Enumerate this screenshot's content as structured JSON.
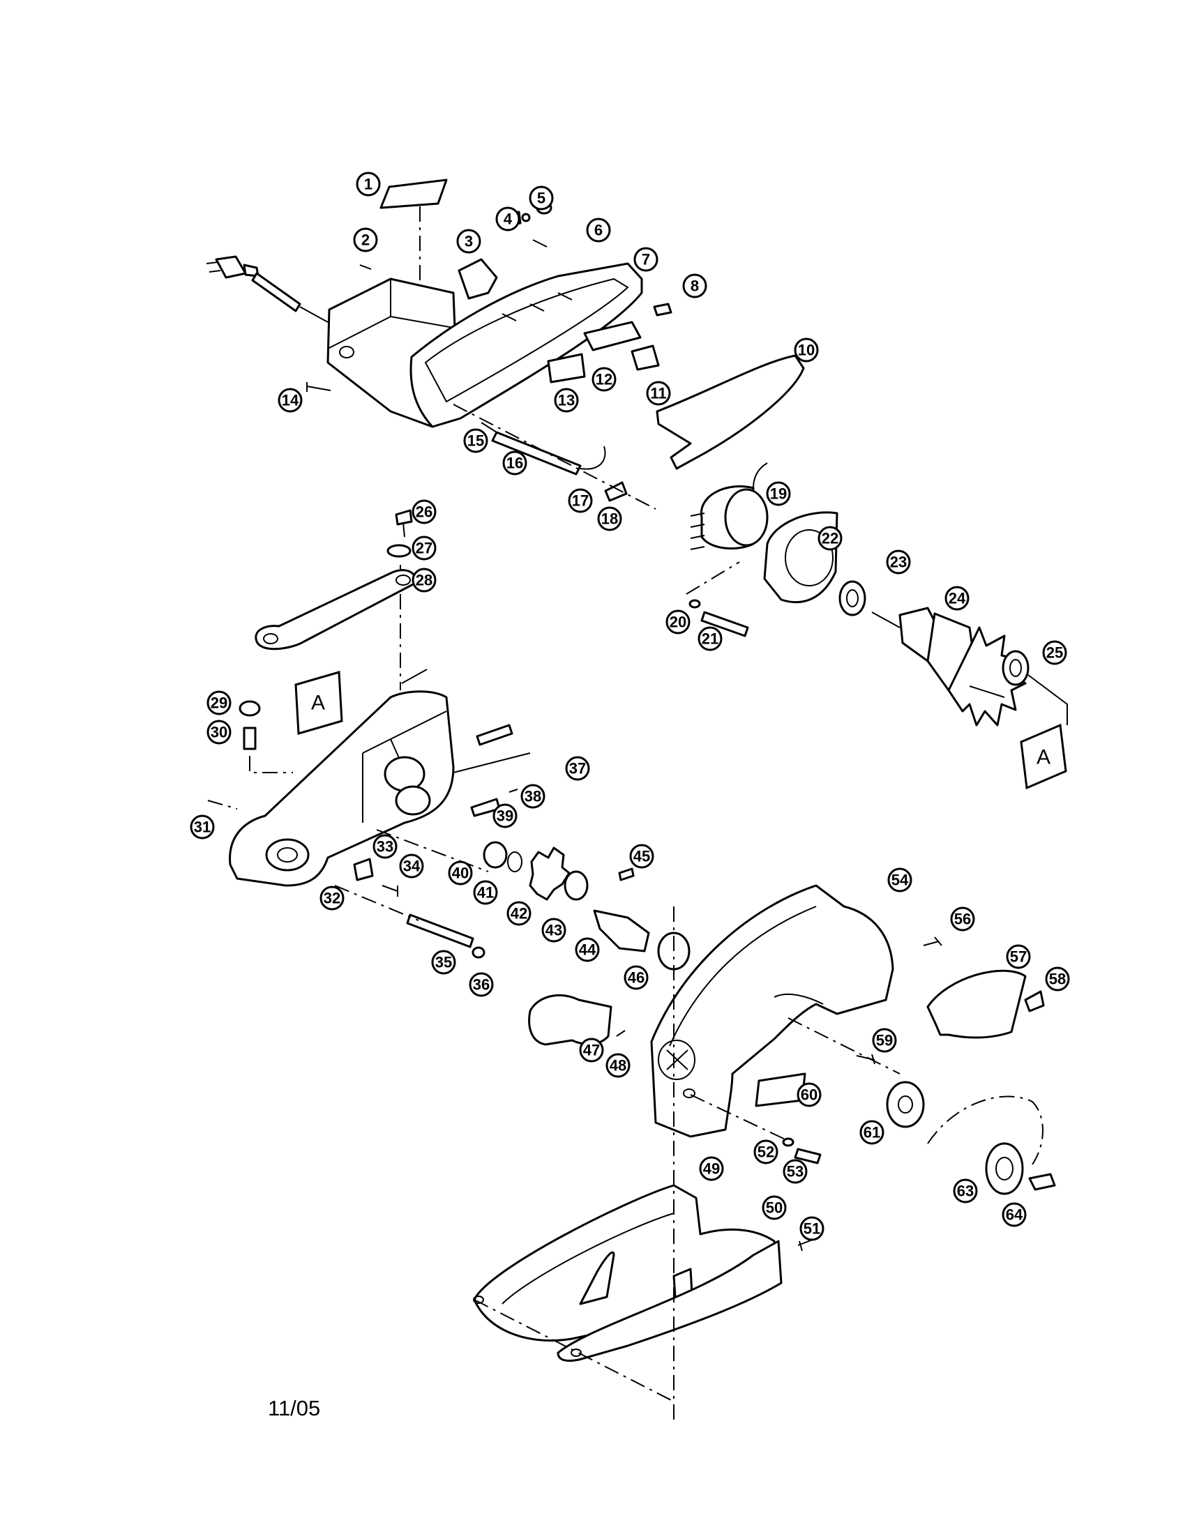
{
  "footer": {
    "date": "11/05"
  },
  "reference_marks": [
    "A",
    "A"
  ],
  "callouts": [
    "1",
    "2",
    "3",
    "4",
    "5",
    "6",
    "7",
    "8",
    "10",
    "11",
    "12",
    "13",
    "14",
    "15",
    "16",
    "17",
    "18",
    "19",
    "20",
    "21",
    "22",
    "23",
    "24",
    "25",
    "26",
    "27",
    "28",
    "29",
    "30",
    "31",
    "32",
    "33",
    "34",
    "35",
    "36",
    "37",
    "38",
    "39",
    "40",
    "41",
    "42",
    "43",
    "44",
    "45",
    "46",
    "47",
    "48",
    "49",
    "50",
    "51",
    "52",
    "53",
    "54",
    "56",
    "57",
    "58",
    "59",
    "60",
    "61",
    "63",
    "64"
  ]
}
